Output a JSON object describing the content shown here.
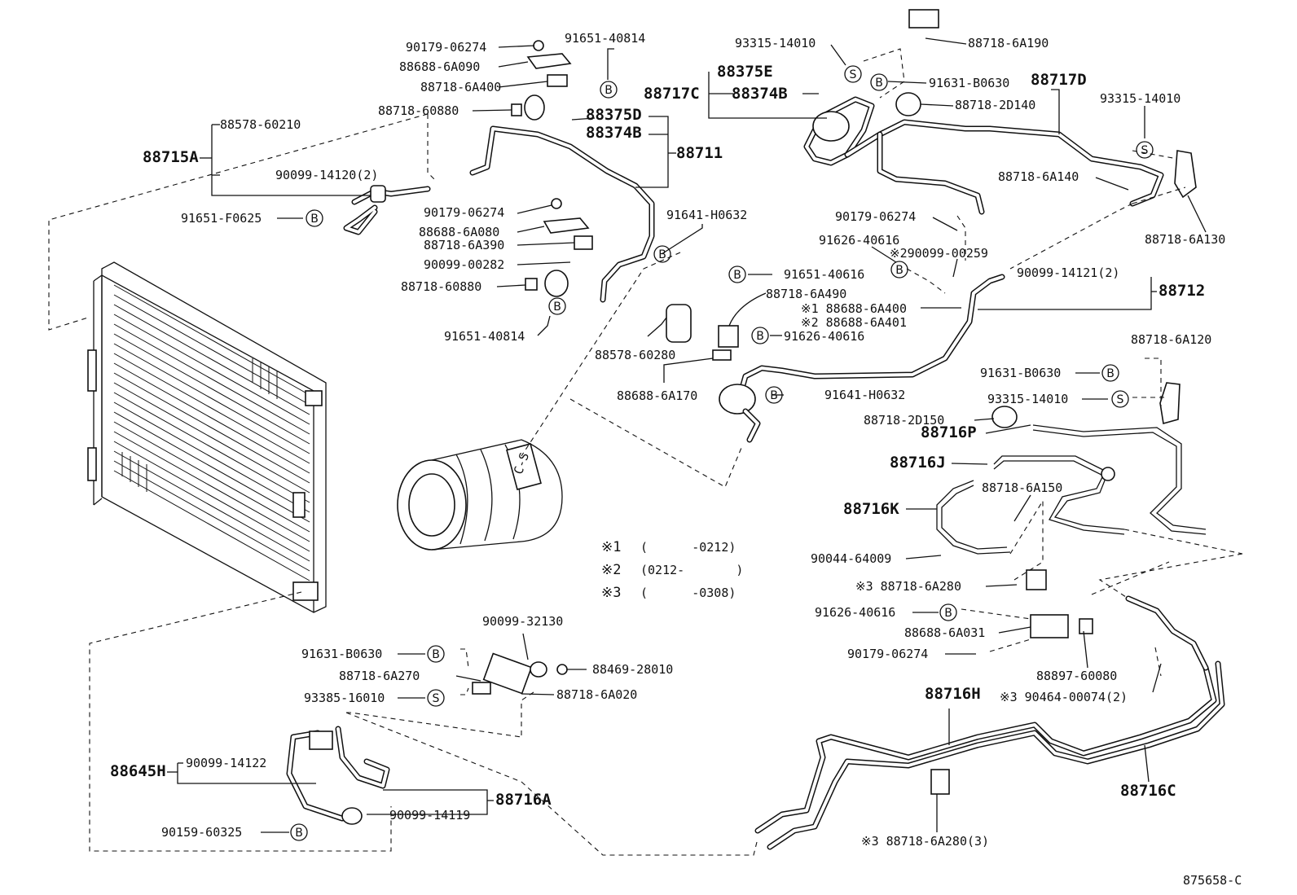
{
  "diagram_id": "875658-C",
  "legend": {
    "mark1": "※1",
    "mark2": "※2",
    "mark3": "※3",
    "range1": "(      -0212)",
    "range2": "(0212-       )",
    "range3": "(      -0308)"
  },
  "symbols": {
    "b": "B",
    "s": "S"
  },
  "labels": {
    "p90179_06274_a": "90179-06274",
    "p91651_40814_a": "91651-40814",
    "p88688_6A090": "88688-6A090",
    "p88718_6A400": "88718-6A400",
    "p88718_60880_a": "88718-60880",
    "p88375D": "88375D",
    "p88374B_a": "88374B",
    "p88711": "88711",
    "p88578_60210": "88578-60210",
    "p88715A": "88715A",
    "p90099_14120": "90099-14120(2)",
    "p91651_F0625": "91651-F0625",
    "p90179_06274_b": "90179-06274",
    "p88688_6A080": "88688-6A080",
    "p88718_6A390": "88718-6A390",
    "p90099_00282": "90099-00282",
    "p88718_60880_b": "88718-60880",
    "p91651_40814_b": "91651-40814",
    "p91641_H0632_a": "91641-H0632",
    "p93315_14010_a": "93315-14010",
    "p88718_6A190": "88718-6A190",
    "p88375E": "88375E",
    "p88717C": "88717C",
    "p88374B_b": "88374B",
    "p91631_B0630_a": "91631-B0630",
    "p88717D": "88717D",
    "p88718_2D140": "88718-2D140",
    "p93315_14010_b": "93315-14010",
    "p88718_6A140": "88718-6A140",
    "p88718_6A130": "88718-6A130",
    "p90179_06274_c": "90179-06274",
    "p91626_40616_a": "91626-40616",
    "p290099_00259": "※290099-00259",
    "p90099_14121": "90099-14121(2)",
    "p88712": "88712",
    "p91651_40616": "91651-40616",
    "p88718_6A490": "88718-6A490",
    "p88688_6A400": "※1 88688-6A400",
    "p88688_6A401": "※2 88688-6A401",
    "p91626_40616_b": "91626-40616",
    "p88578_60280": "88578-60280",
    "p88688_6A170": "88688-6A170",
    "p91641_H0632_b": "91641-H0632",
    "p88718_6A120": "88718-6A120",
    "p91631_B0630_b": "91631-B0630",
    "p93315_14010_c": "93315-14010",
    "p88718_2D150": "88718-2D150",
    "p88716P": "88716P",
    "p88716J": "88716J",
    "p88718_6A150": "88718-6A150",
    "p88716K": "88716K",
    "p90044_64009": "90044-64009",
    "p88718_6A280_a": "※3 88718-6A280",
    "p91626_40616_c": "91626-40616",
    "p88688_6A031": "88688-6A031",
    "p90179_06274_d": "90179-06274",
    "p88897_60080": "88897-60080",
    "p88716H": "88716H",
    "p90464_00074": "※3 90464-00074(2)",
    "p88716C": "88716C",
    "p88718_6A280_b": "※3 88718-6A280(3)",
    "p90099_32130": "90099-32130",
    "p91631_B0630_c": "91631-B0630",
    "p88469_28010": "88469-28010",
    "p88718_6A270": "88718-6A270",
    "p88718_6A020": "88718-6A020",
    "p93385_16010": "93385-16010",
    "p88645H": "88645H",
    "p90099_14122": "90099-14122",
    "p88716A": "88716A",
    "p90099_14119": "90099-14119",
    "p90159_60325": "90159-60325"
  }
}
